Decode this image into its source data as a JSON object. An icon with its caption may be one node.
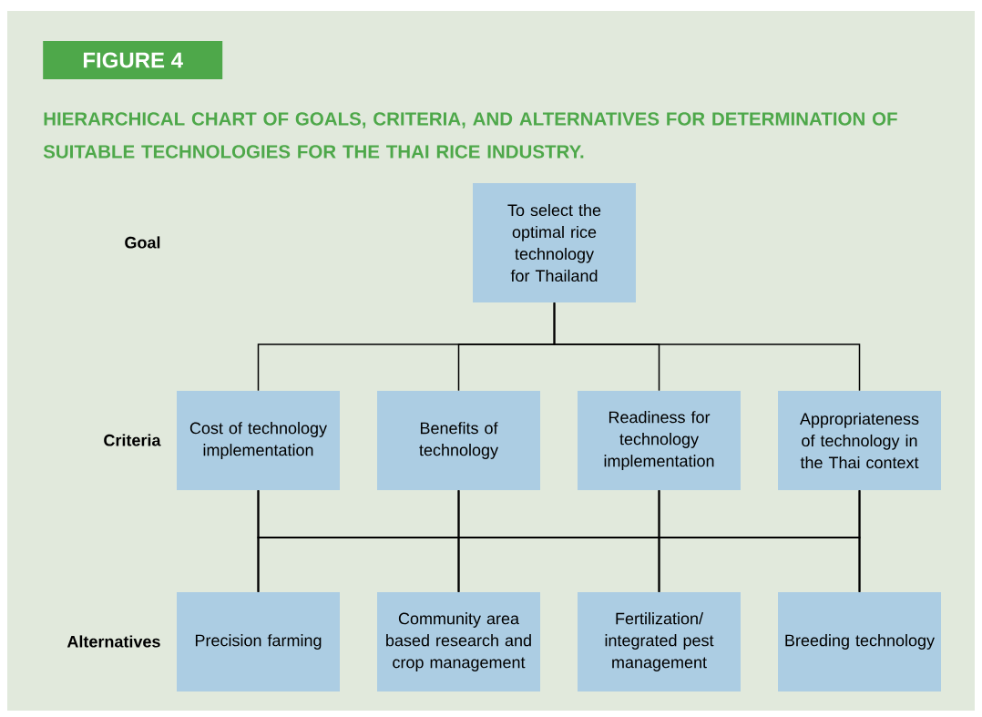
{
  "diagram": {
    "title": "HIERARCHICAL CHART OF GOALS, CRITERIA, AND ALTERNATIVES FOR DETERMINATION OF SUITABLE TECHNOLOGIES FOR THE THAI RICE INDUSTRY.",
    "nodes": [
      {
        "text": [
          "To select the optimal rice technology for Thailand"
        ]
      },
      {
        "text": [
          "Cost of technology implementation"
        ]
      },
      {
        "text": [
          "Benefits of technology"
        ]
      },
      {
        "text": [
          "Readiness for technology implementation"
        ]
      },
      {
        "text": [
          "Appropriateness of technology in the Thai context"
        ]
      },
      {
        "text": [
          "Precision farming"
        ]
      },
      {
        "text": [
          "Community area based research and crop management"
        ]
      },
      {
        "text": [
          "Fertilization/ integrated pest management"
        ]
      },
      {
        "text": [
          "Breeding technology"
        ]
      }
    ],
    "edges": [
      {
        "from": 0,
        "to": 1,
        "arrow": "none"
      },
      {
        "from": 0,
        "to": 2,
        "arrow": "none"
      },
      {
        "from": 0,
        "to": 3,
        "arrow": "none"
      },
      {
        "from": 0,
        "to": 4,
        "arrow": "none"
      },
      {
        "from": 1,
        "to": 5,
        "arrow": "none"
      },
      {
        "from": 1,
        "to": 6,
        "arrow": "none"
      },
      {
        "from": 1,
        "to": 7,
        "arrow": "none"
      },
      {
        "from": 1,
        "to": 8,
        "arrow": "none"
      },
      {
        "from": 2,
        "to": 5,
        "arrow": "none"
      },
      {
        "from": 2,
        "to": 6,
        "arrow": "none"
      },
      {
        "from": 2,
        "to": 7,
        "arrow": "none"
      },
      {
        "from": 2,
        "to": 8,
        "arrow": "none"
      },
      {
        "from": 3,
        "to": 5,
        "arrow": "none"
      },
      {
        "from": 3,
        "to": 6,
        "arrow": "none"
      },
      {
        "from": 3,
        "to": 7,
        "arrow": "none"
      },
      {
        "from": 3,
        "to": 8,
        "arrow": "none"
      },
      {
        "from": 4,
        "to": 5,
        "arrow": "none"
      },
      {
        "from": 4,
        "to": 6,
        "arrow": "none"
      },
      {
        "from": 4,
        "to": 7,
        "arrow": "none"
      },
      {
        "from": 4,
        "to": 8,
        "arrow": "none"
      }
    ],
    "labels": [
      "FIGURE 4",
      "Goal",
      "Criteria",
      "Alternatives"
    ]
  }
}
